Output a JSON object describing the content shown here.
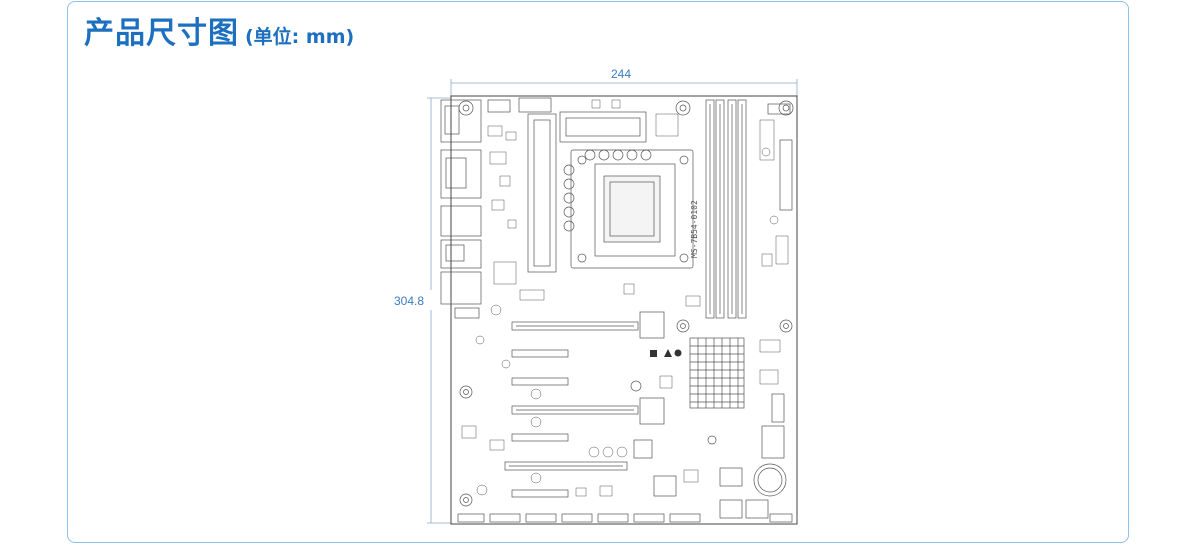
{
  "title": {
    "main": "产品尺寸图",
    "unit": "(单位: mm)"
  },
  "dimensions": {
    "width": "244",
    "height": "304.8"
  },
  "board": {
    "silkscreen_label": "MS-7B54-0102",
    "colors": {
      "line": "#555555",
      "dim": "#3a7cc0",
      "title": "#1d6fbf",
      "frame": "#8fc0e8"
    }
  }
}
